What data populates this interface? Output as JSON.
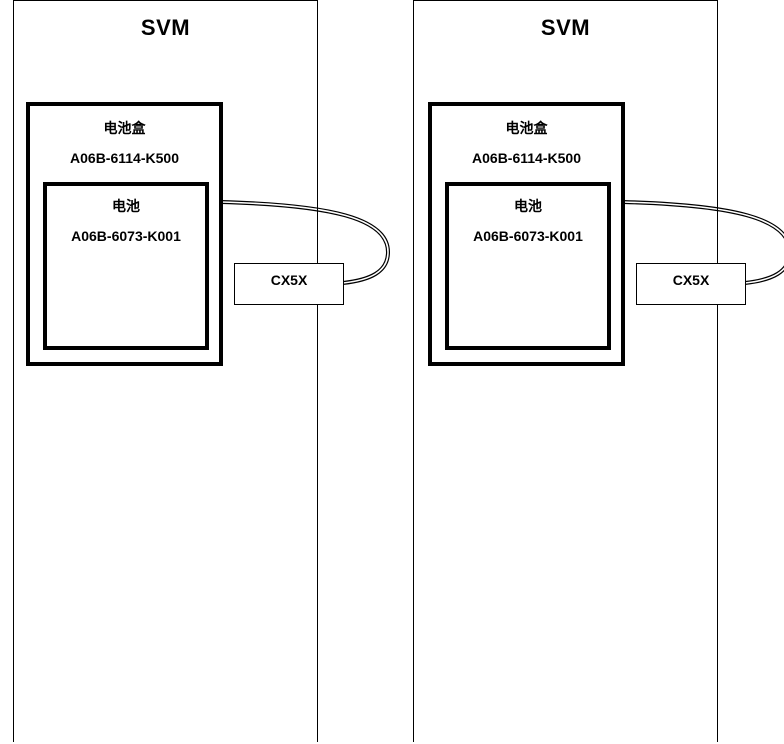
{
  "units": [
    {
      "svm_label": "SVM",
      "case_label": "电池盒",
      "case_part": "A06B-6114-K500",
      "battery_label": "电池",
      "battery_part": "A06B-6073-K001",
      "connector_label": "CX5X"
    },
    {
      "svm_label": "SVM",
      "case_label": "电池盒",
      "case_part": "A06B-6114-K500",
      "battery_label": "电池",
      "battery_part": "A06B-6073-K001",
      "connector_label": "CX5X"
    }
  ]
}
